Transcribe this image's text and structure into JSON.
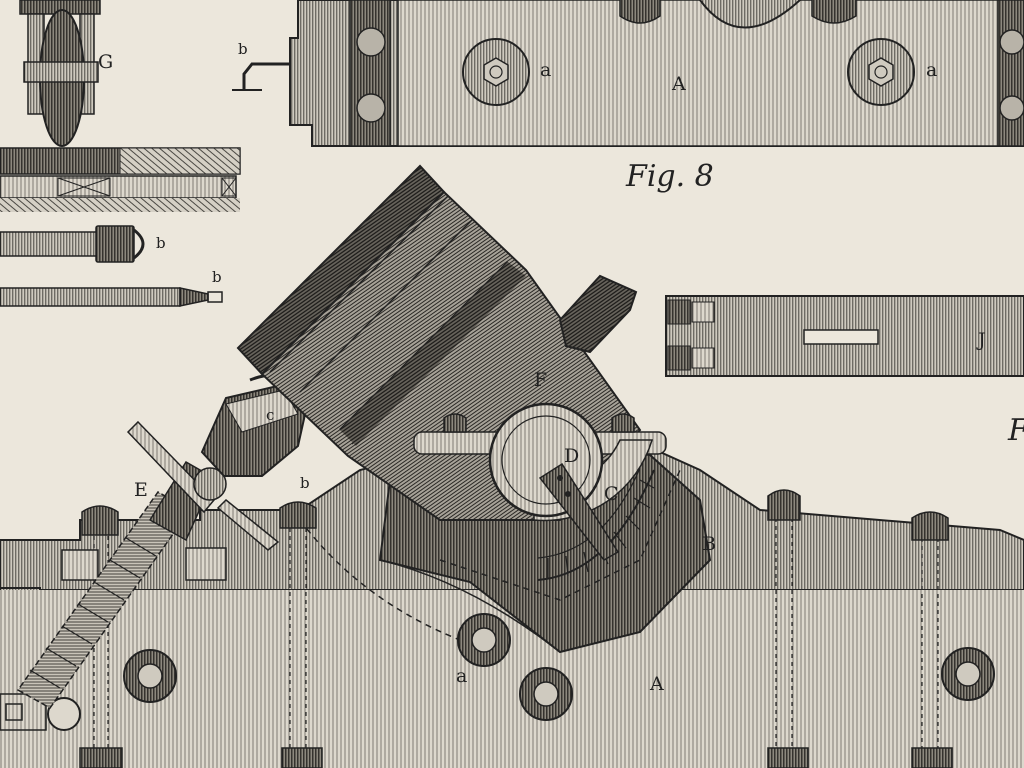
{
  "figure_title": "Fig. 8",
  "labels": {
    "G": "G",
    "b_top": "b",
    "a_top_left": "a",
    "A_top": "A",
    "a_top_right": "a",
    "b_left1": "b",
    "b_left2": "b",
    "J": "J",
    "F": "F",
    "c": "c",
    "D": "D",
    "C": "C",
    "E": "E",
    "b_mid": "b",
    "B": "B",
    "a_bottom": "a",
    "A_bottom": "A",
    "partial_edge": "F"
  },
  "colors": {
    "paper": "#ece7dc",
    "ink": "#222222",
    "shade": "#6f6b63"
  }
}
